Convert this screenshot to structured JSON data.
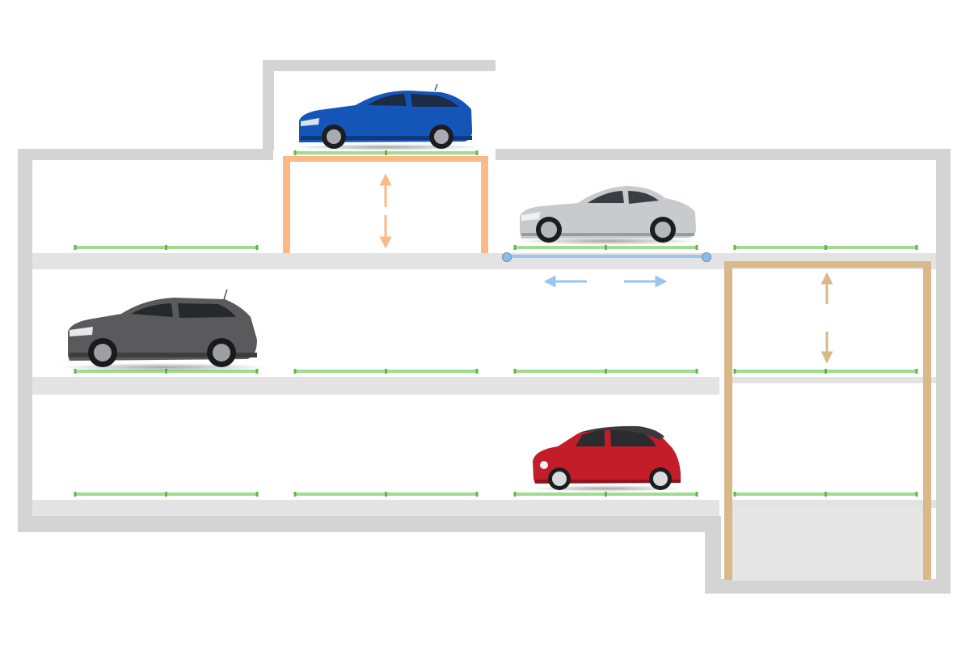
{
  "diagram": {
    "type": "automated-parking-system-cross-section",
    "levels": 3,
    "colors": {
      "structure": "#d4d4d4",
      "slab": "#e3e3e3",
      "pallet": "#9fdc8f",
      "pallet_marker": "#62b54f",
      "shuttle": "#9bc4ee",
      "shuttle_node": "#8fb9e8",
      "entry_lift": "#fbb985",
      "main_lift": "#d9b98a",
      "pit": "#e6e6e6"
    },
    "cars": [
      {
        "name": "blue-hatchback",
        "body": "#1456b8",
        "location": "entry-lift"
      },
      {
        "name": "silver-coupe",
        "body": "#c9cacd",
        "location": "shuttle"
      },
      {
        "name": "grey-suv",
        "body": "#5a5a5c",
        "location": "level-2-bay-1"
      },
      {
        "name": "red-city-car",
        "body": "#c41d2a",
        "location": "level-1-bay-3"
      }
    ],
    "motions": [
      {
        "element": "entry-lift",
        "direction": "vertical"
      },
      {
        "element": "shuttle",
        "direction": "horizontal"
      },
      {
        "element": "main-lift",
        "direction": "vertical"
      }
    ]
  }
}
